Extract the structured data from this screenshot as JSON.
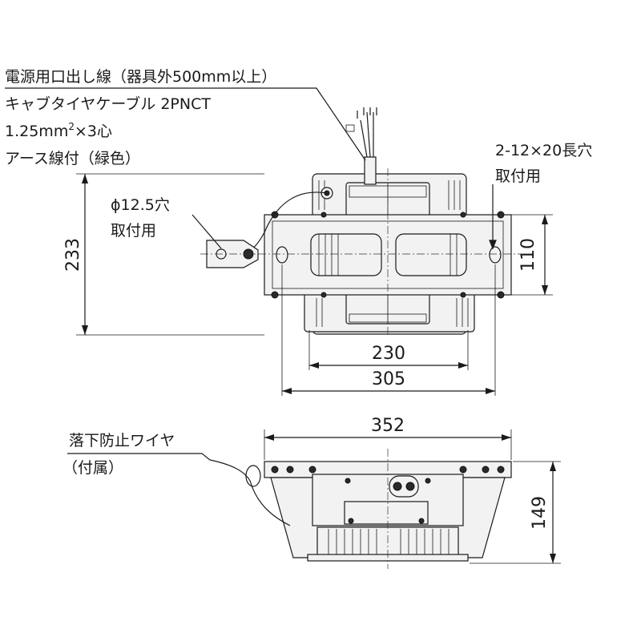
{
  "labels": {
    "cable_line1": "電源用口出し線（器具外500mm以上）",
    "cable_line2": "キャブタイヤケーブル 2PNCT",
    "cable_line3_main": "1.25mm",
    "cable_line3_sup": "2",
    "cable_line3_tail": "×3心",
    "cable_line4": "アース線付（緑色）",
    "hole_line1": "ϕ12.5穴",
    "hole_line2": "取付用",
    "slot_line1": "2-12×20長穴",
    "slot_line2": "取付用",
    "wire_line1": "落下防止ワイヤ",
    "wire_line2": "（付属）"
  },
  "dimensions": {
    "height_top": "233",
    "slot_pitch": "110",
    "width_inner": "230",
    "width_outer": "305",
    "width_total": "352",
    "height_side": "149"
  }
}
